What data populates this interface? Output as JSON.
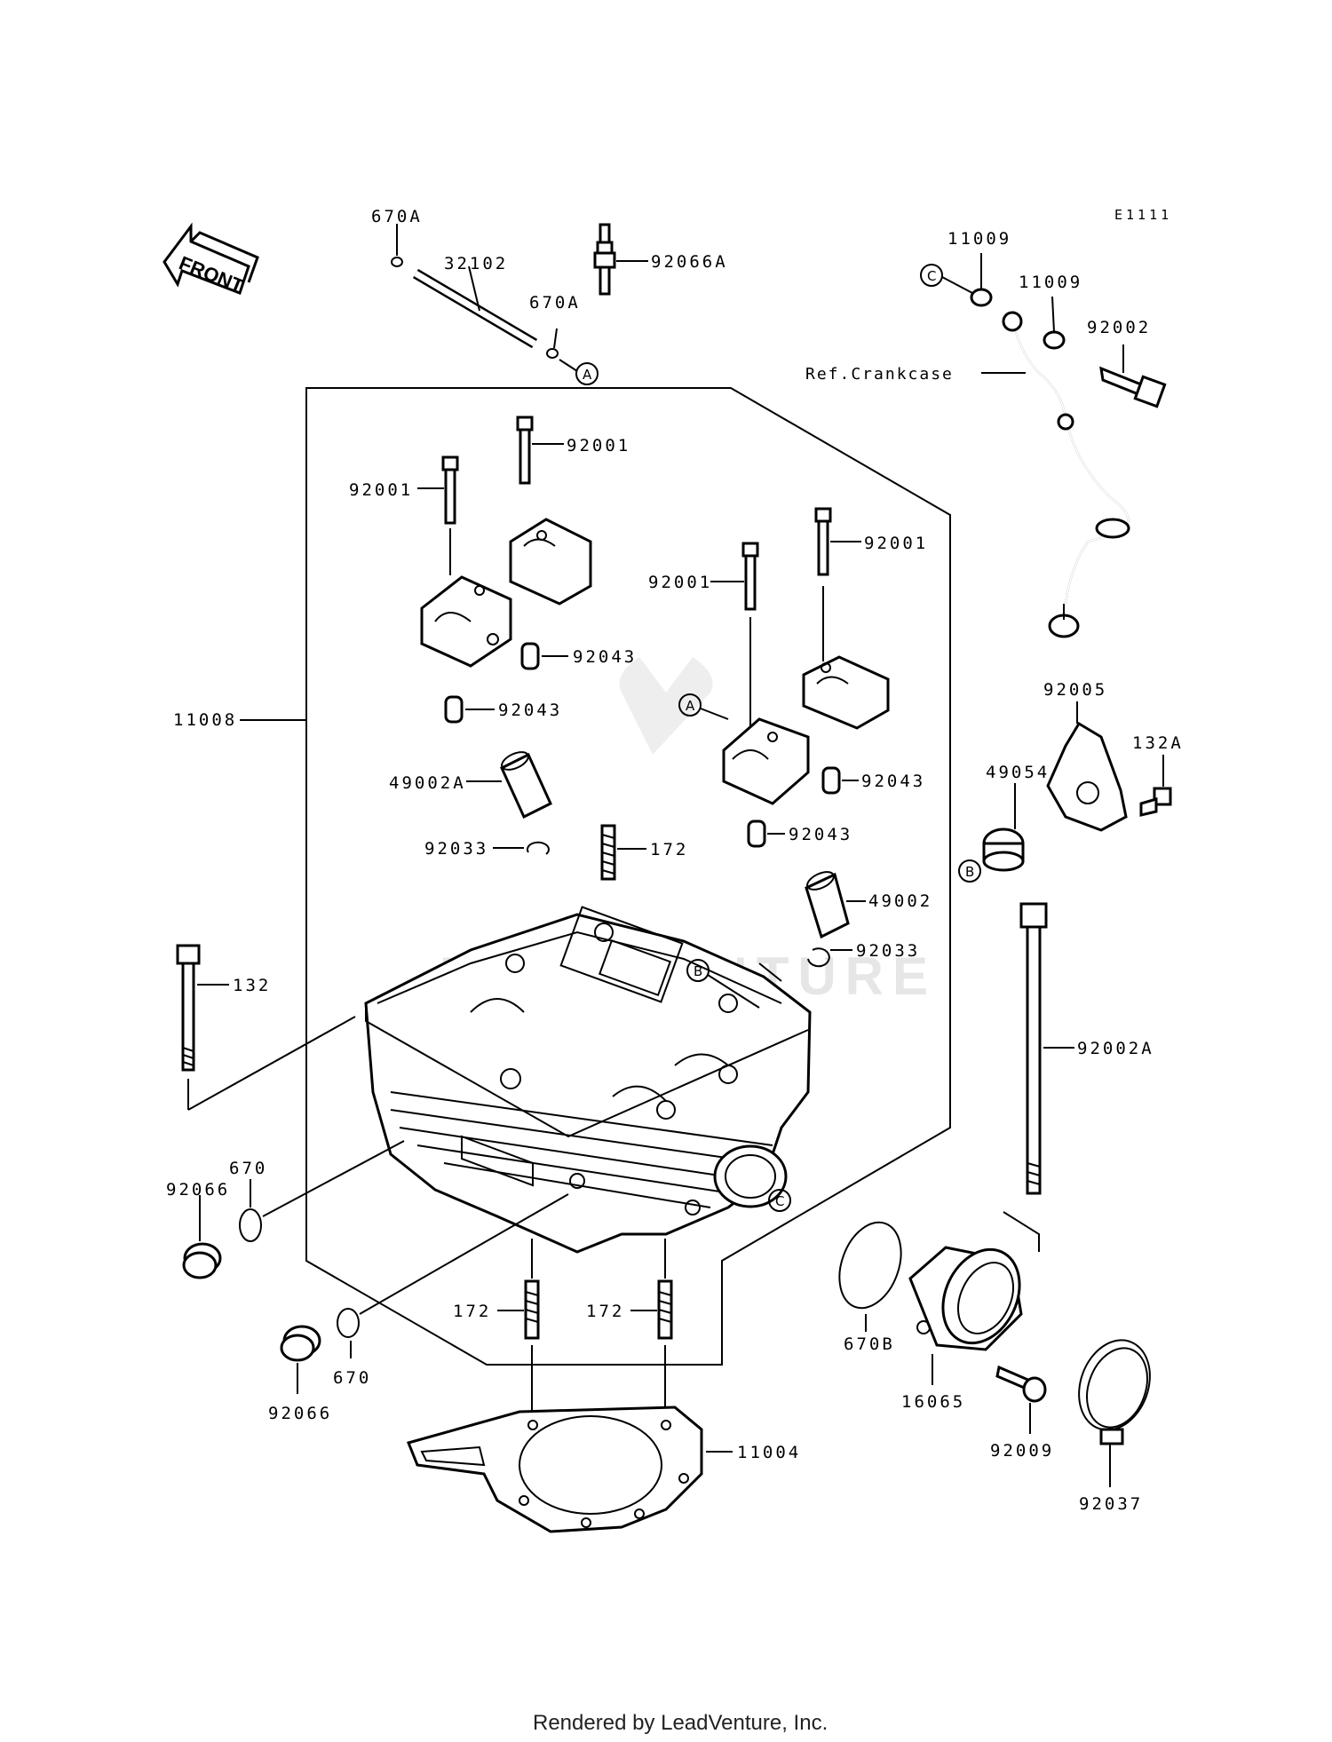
{
  "diagram_code": "E1111",
  "front_label": "FRONT",
  "ref_crankcase": "Ref.Crankcase",
  "footer": "Rendered by LeadVenture, Inc.",
  "watermark": "LEADVENTURE",
  "markers": {
    "a": "A",
    "b": "B",
    "c": "C"
  },
  "parts": {
    "p670A_1": "670A",
    "p32102": "32102",
    "p670A_2": "670A",
    "p92066A": "92066A",
    "p11009_1": "11009",
    "p11009_2": "11009",
    "p92002": "92002",
    "p92001_1": "92001",
    "p92001_2": "92001",
    "p92001_3": "92001",
    "p92001_4": "92001",
    "p92043_1": "92043",
    "p92043_2": "92043",
    "p92043_3": "92043",
    "p92043_4": "92043",
    "p11008": "11008",
    "p49002A": "49002A",
    "p92033_1": "92033",
    "p172_1": "172",
    "p49002": "49002",
    "p92033_2": "92033",
    "p92005": "92005",
    "p49054": "49054",
    "p132A": "132A",
    "p132": "132",
    "p92002A": "92002A",
    "p670_1": "670",
    "p92066_1": "92066",
    "p172_2": "172",
    "p172_3": "172",
    "p670_2": "670",
    "p92066_2": "92066",
    "p670B": "670B",
    "p16065": "16065",
    "p92009": "92009",
    "p92037": "92037",
    "p11004": "11004"
  }
}
